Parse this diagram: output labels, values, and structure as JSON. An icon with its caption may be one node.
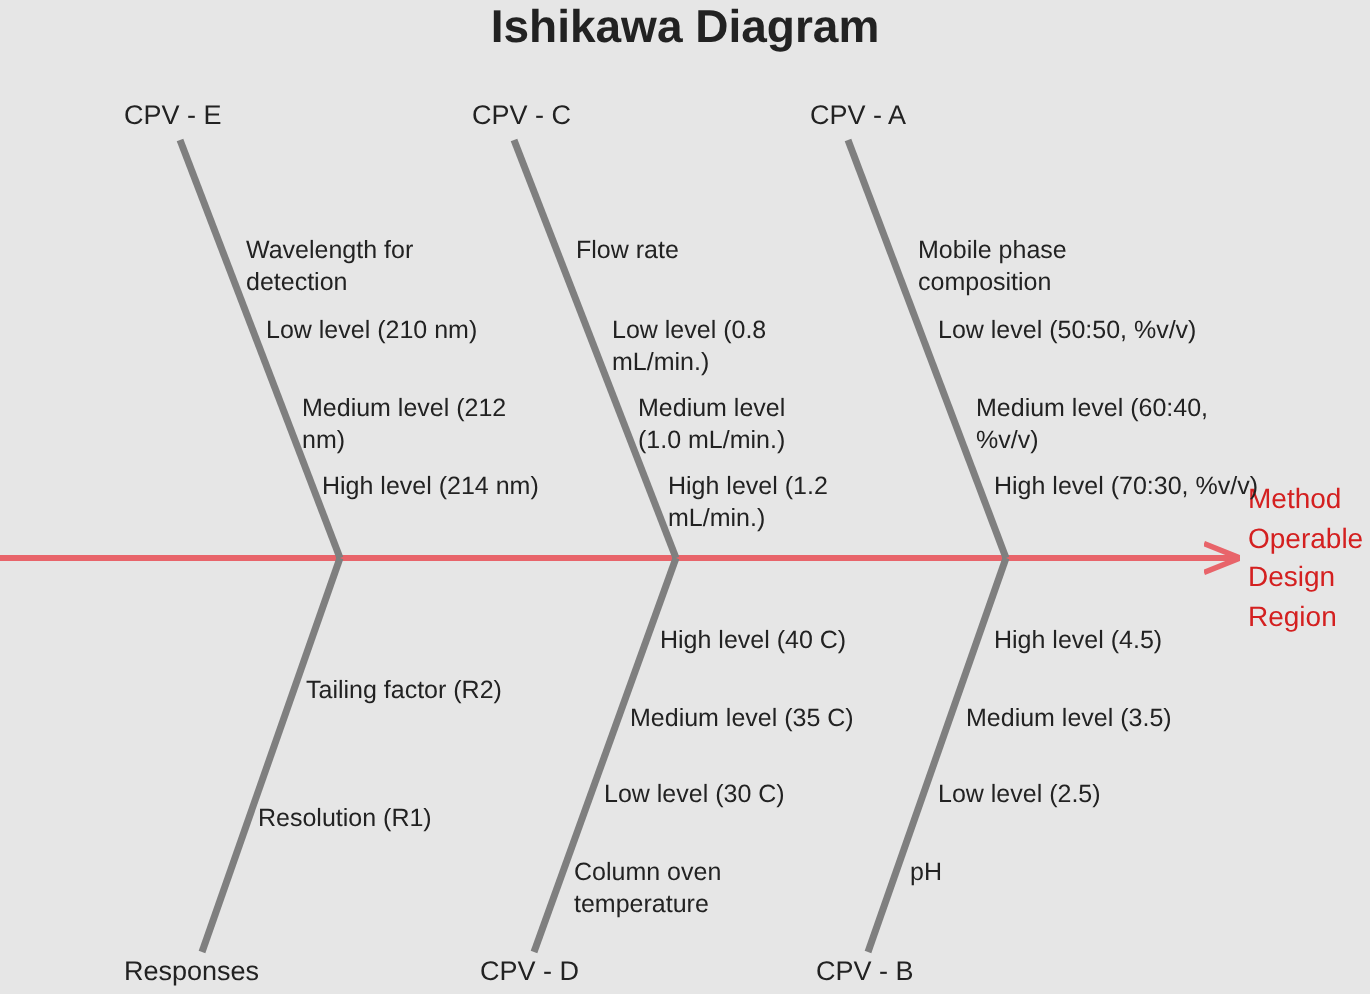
{
  "diagram": {
    "title": "Ishikawa Diagram",
    "nodes": [
      {
        "text": [
          "CPV - E"
        ]
      },
      {
        "text": [
          "CPV - C"
        ]
      },
      {
        "text": [
          "CPV - A"
        ]
      },
      {
        "text": [
          "Method Operable Design Region"
        ]
      },
      {
        "text": [
          "Responses"
        ]
      },
      {
        "text": [
          "CPV - D"
        ]
      },
      {
        "text": [
          "CPV - B"
        ]
      }
    ],
    "edges": [
      {
        "from": null,
        "to": 3,
        "arrow": "to",
        "color": "#e8646a"
      },
      {
        "from": 0,
        "to": null,
        "arrow": "none"
      },
      {
        "from": 1,
        "to": null,
        "arrow": "none"
      },
      {
        "from": 2,
        "to": null,
        "arrow": "none"
      },
      {
        "from": 4,
        "to": null,
        "arrow": "none"
      },
      {
        "from": 5,
        "to": null,
        "arrow": "none"
      },
      {
        "from": 6,
        "to": null,
        "arrow": "none"
      }
    ],
    "labels": [
      "Wavelength for detection",
      "Flow rate",
      "Mobile phase composition",
      "Low level (210 nm)",
      "Low level (0.8 mL/min.)",
      "Low level (50:50, %v/v)",
      "Medium level (212 nm)",
      "Medium level (1.0 mL/min.)",
      "Medium level (60:40, %v/v)",
      "High level (214 nm)",
      "High level (1.2 mL/min.)",
      "High level (70:30, %v/v)",
      "High level (40 C)",
      "High level (4.5)",
      "Tailing factor (R2)",
      "Medium level (35 C)",
      "Medium level (3.5)",
      "Low level (30 C)",
      "Low level (2.5)",
      "Resolution (R1)",
      "Column oven temperature",
      "pH"
    ]
  }
}
